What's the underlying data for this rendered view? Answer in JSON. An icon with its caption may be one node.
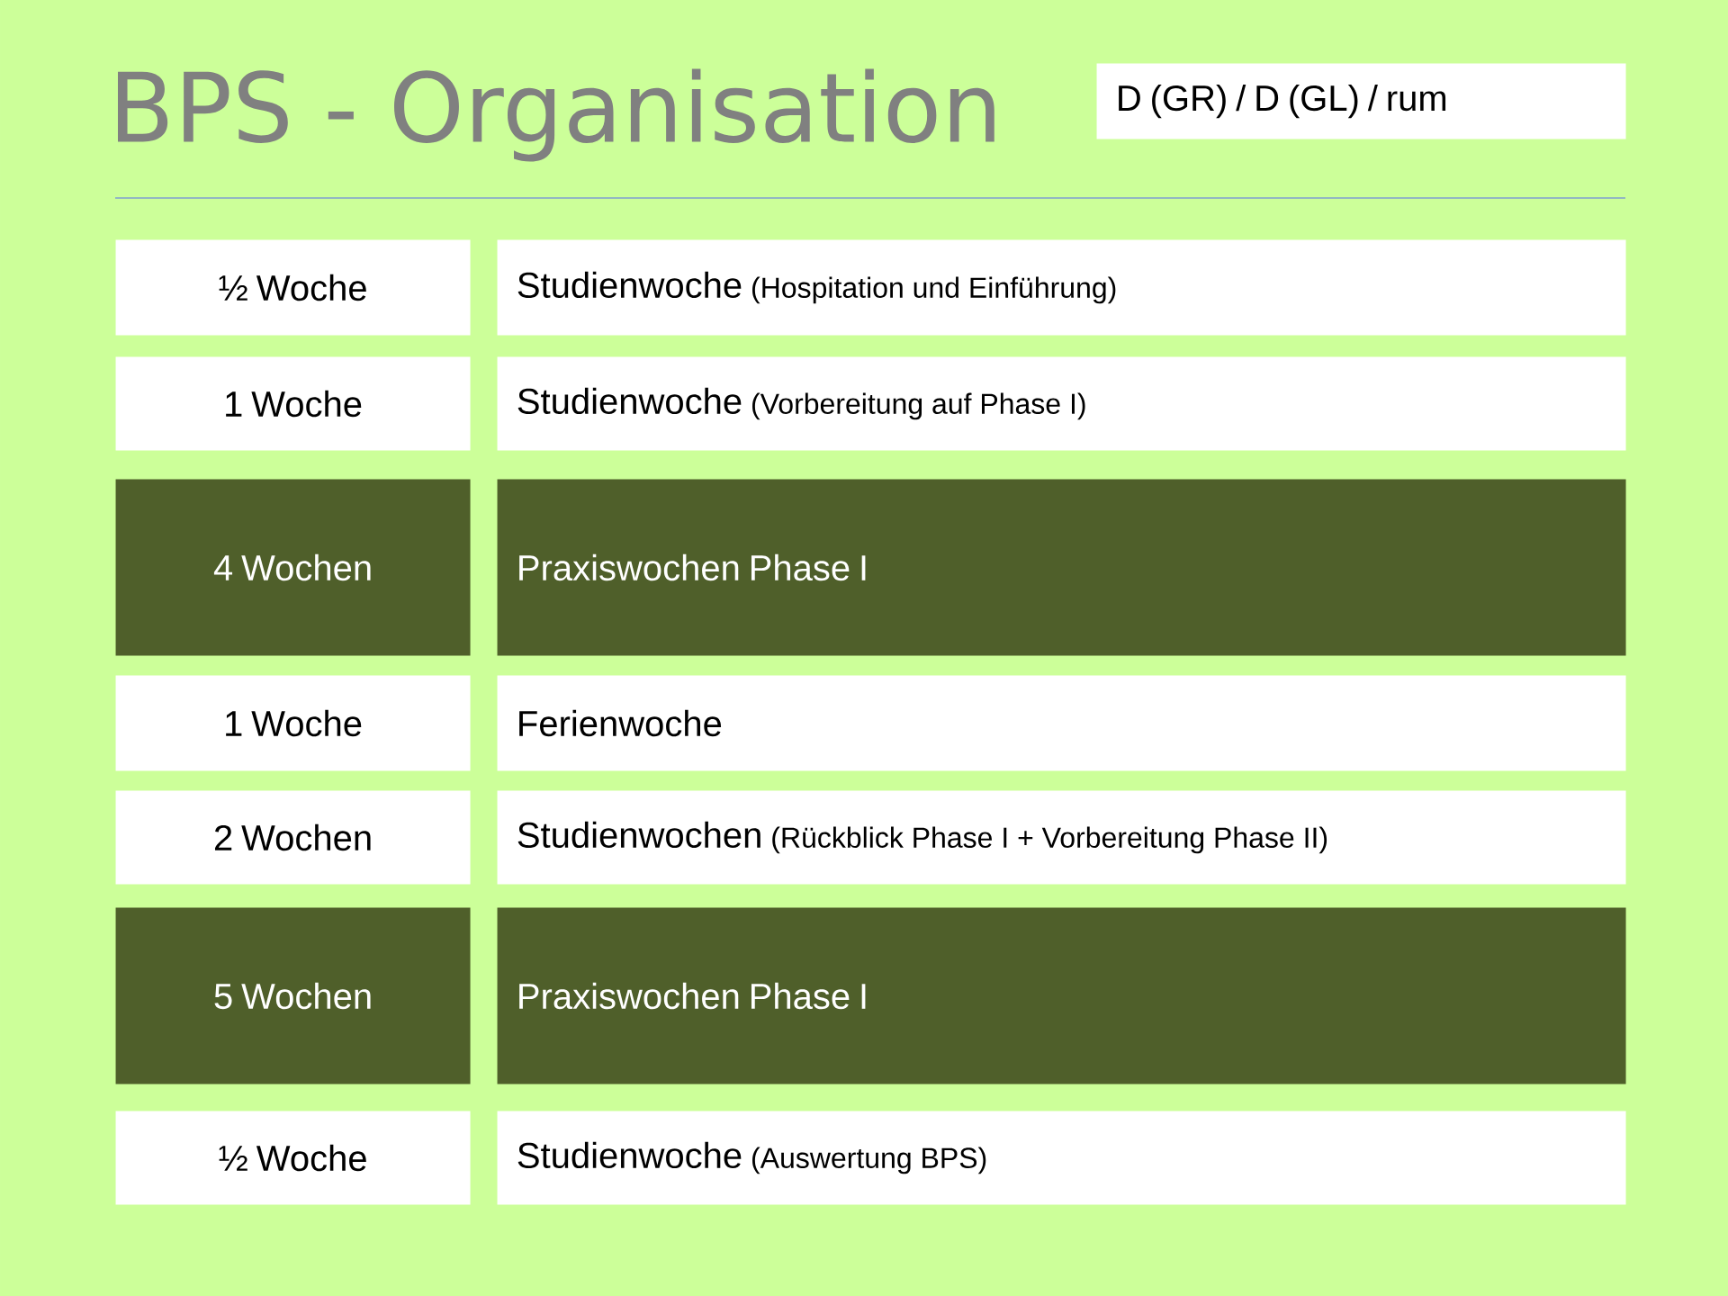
{
  "diagram": {
    "title": "BPS - Organisation",
    "nodes": [
      {
        "text": [
          "D (GR) / D (GL) / rum"
        ]
      },
      {
        "text": [
          "½ Woche"
        ]
      },
      {
        "text": [
          "Studienwoche",
          "(Hospitation und Einführung)"
        ]
      },
      {
        "text": [
          "1 Woche"
        ]
      },
      {
        "text": [
          "Studienwoche",
          "(Vorbereitung auf Phase I)"
        ]
      },
      {
        "text": [
          "4 Wochen"
        ]
      },
      {
        "text": [
          "Praxiswochen Phase I"
        ]
      },
      {
        "text": [
          "1 Woche"
        ]
      },
      {
        "text": [
          "Ferienwoche"
        ]
      },
      {
        "text": [
          "2 Wochen"
        ]
      },
      {
        "text": [
          "Studienwochen",
          "(Rückblick Phase I + Vorbereitung Phase II)"
        ]
      },
      {
        "text": [
          "5 Wochen"
        ]
      },
      {
        "text": [
          "Praxiswochen Phase I"
        ]
      },
      {
        "text": [
          "½ Woche"
        ]
      },
      {
        "text": [
          "Studienwoche",
          "(Auswertung BPS)"
        ]
      }
    ]
  }
}
